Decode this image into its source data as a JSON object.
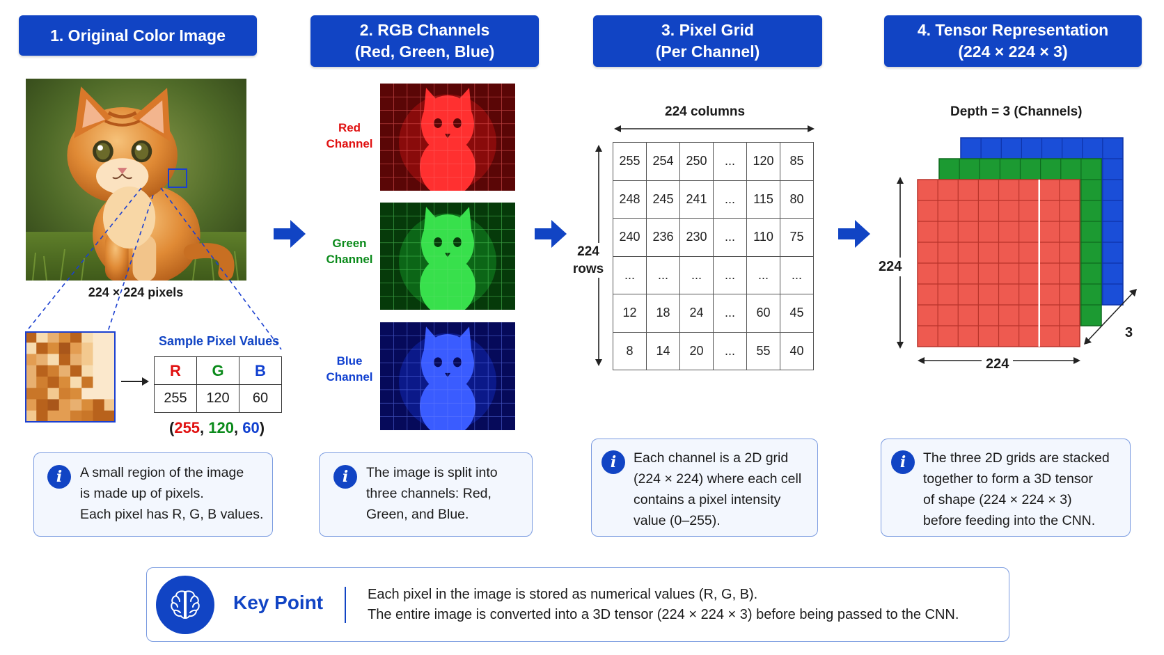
{
  "headers": [
    {
      "lines": [
        "1. Original Color Image"
      ]
    },
    {
      "lines": [
        "2. RGB Channels",
        "(Red, Green, Blue)"
      ]
    },
    {
      "lines": [
        "3. Pixel Grid",
        "(Per Channel)"
      ]
    },
    {
      "lines": [
        "4. Tensor Representation",
        "(224 × 224 × 3)"
      ]
    }
  ],
  "section1": {
    "image_caption": "224 × 224 pixels",
    "sample_title": "Sample Pixel Values",
    "table_headers": [
      "R",
      "G",
      "B"
    ],
    "table_values": [
      "255",
      "120",
      "60"
    ],
    "tuple": {
      "open": "(",
      "r": "255",
      "sep1": ", ",
      "g": "120",
      "sep2": ", ",
      "b": "60",
      "close": ")"
    }
  },
  "section2": {
    "channels": [
      {
        "lines": [
          "Red",
          "Channel"
        ],
        "color": "#e01010"
      },
      {
        "lines": [
          "Green",
          "Channel"
        ],
        "color": "#0a8a1a"
      },
      {
        "lines": [
          "Blue",
          "Channel"
        ],
        "color": "#1040d0"
      }
    ]
  },
  "section3": {
    "columns_label": "224 columns",
    "rows_label": [
      "224",
      "rows"
    ],
    "grid": [
      [
        "255",
        "254",
        "250",
        "...",
        "120",
        "85"
      ],
      [
        "248",
        "245",
        "241",
        "...",
        "115",
        "80"
      ],
      [
        "240",
        "236",
        "230",
        "...",
        "110",
        "75"
      ],
      [
        "...",
        "...",
        "...",
        "...",
        "...",
        "..."
      ],
      [
        "12",
        "18",
        "24",
        "...",
        "60",
        "45"
      ],
      [
        "8",
        "14",
        "20",
        "...",
        "55",
        "40"
      ]
    ]
  },
  "section4": {
    "depth_label": "Depth = 3 (Channels)",
    "height_label": "224",
    "width_label": "224",
    "depth_dim_label": "3"
  },
  "info_boxes": [
    {
      "lines": [
        "A small region of the image",
        "is made up of pixels.",
        "Each pixel has R, G, B values."
      ]
    },
    {
      "lines": [
        "The image is split into",
        "three channels: Red,",
        "Green, and Blue."
      ]
    },
    {
      "lines": [
        "Each channel is a 2D grid",
        "(224 × 224) where each cell",
        "contains a pixel intensity",
        "value (0–255)."
      ]
    },
    {
      "lines": [
        "The three 2D grids are stacked",
        "together to form a 3D tensor",
        "of shape (224 × 224 × 3)",
        "before feeding into the CNN."
      ]
    }
  ],
  "key_point": {
    "title": "Key Point",
    "lines": [
      "Each pixel in the image is stored as numerical values (R, G, B).",
      "The entire image is converted into a 3D tensor (224 × 224 × 3) before being passed to the CNN."
    ]
  },
  "colors": {
    "primary_blue": "#1144c4",
    "red": "#e01010",
    "green": "#0a8a1a",
    "blue": "#1040d0",
    "tensor_red": "#ee5a50",
    "tensor_green": "#1c9a32",
    "tensor_blue": "#1a4ed8"
  }
}
